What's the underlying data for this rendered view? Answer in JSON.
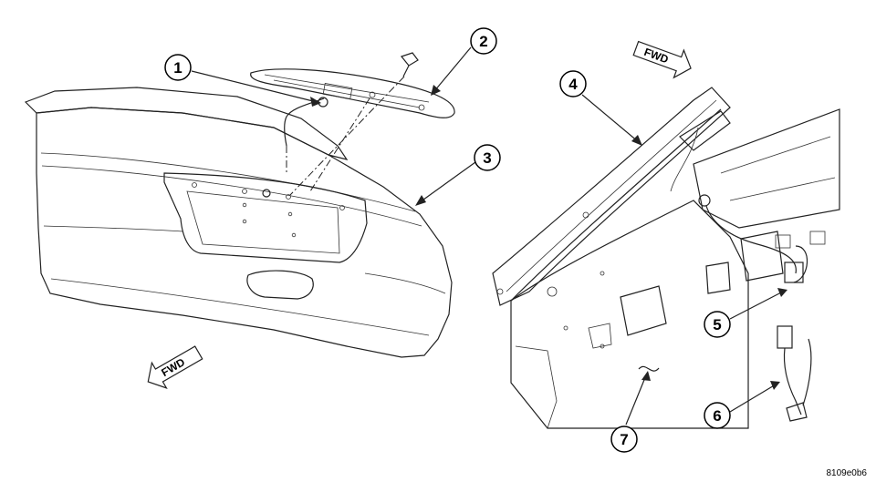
{
  "callouts": [
    {
      "id": "1",
      "label": "1"
    },
    {
      "id": "2",
      "label": "2"
    },
    {
      "id": "3",
      "label": "3"
    },
    {
      "id": "4",
      "label": "4"
    },
    {
      "id": "5",
      "label": "5"
    },
    {
      "id": "6",
      "label": "6"
    },
    {
      "id": "7",
      "label": "7"
    }
  ],
  "direction_arrows": [
    {
      "id": "fwd-top",
      "label": "FWD"
    },
    {
      "id": "fwd-bottom",
      "label": "FWD"
    }
  ],
  "figure_id": "8109e0b6",
  "colors": {
    "line": "#222222",
    "fill": "#ffffff",
    "shade": "#f3f3f3"
  }
}
